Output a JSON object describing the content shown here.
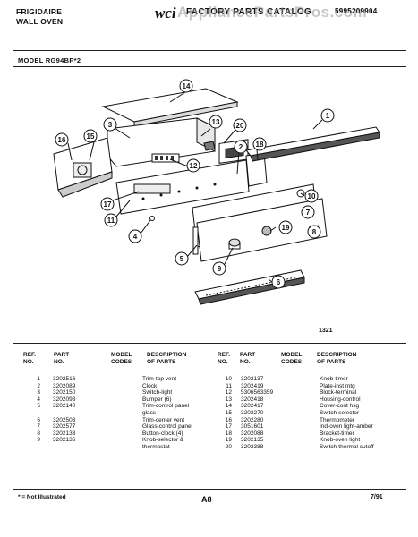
{
  "header": {
    "brand_line1": "FRIGIDAIRE",
    "brand_line2": "WALL OVEN",
    "title": "FACTORY PARTS CATALOG",
    "catalog_number": "5995209904",
    "watermark": "AppliancePartsPros.com"
  },
  "model_label": "MODEL RG94BP*2",
  "diagram_code": "1321",
  "callouts": [
    "1",
    "2",
    "3",
    "4",
    "5",
    "6",
    "7",
    "8",
    "9",
    "10",
    "11",
    "12",
    "13",
    "14",
    "15",
    "16",
    "17",
    "18",
    "19",
    "20"
  ],
  "columns": {
    "ref": "REF. NO.",
    "part": "PART NO.",
    "codes": "MODEL CODES",
    "desc": "DESCRIPTION OF PARTS"
  },
  "parts_left": [
    {
      "ref": "1",
      "part": "3202516",
      "codes": "",
      "desc": "Trim-top vent"
    },
    {
      "ref": "2",
      "part": "3202089",
      "codes": "",
      "desc": "Clock"
    },
    {
      "ref": "3",
      "part": "3202150",
      "codes": "",
      "desc": "Switch-light"
    },
    {
      "ref": "4",
      "part": "3202093",
      "codes": "",
      "desc": "Bumper (6)"
    },
    {
      "ref": "5",
      "part": "3202140",
      "codes": "",
      "desc": "Trim-control panel"
    },
    {
      "ref": "",
      "part": "",
      "codes": "",
      "desc": "glass"
    },
    {
      "ref": "6",
      "part": "3202503",
      "codes": "",
      "desc": "Trim-center vent"
    },
    {
      "ref": "7",
      "part": "3202577",
      "codes": "",
      "desc": "Glass-control panel"
    },
    {
      "ref": "8",
      "part": "3202133",
      "codes": "",
      "desc": "Button-clock (4)"
    },
    {
      "ref": "9",
      "part": "3202136",
      "codes": "",
      "desc": "Knob-selector &"
    },
    {
      "ref": "",
      "part": "",
      "codes": "",
      "desc": "thermostat"
    }
  ],
  "parts_right": [
    {
      "ref": "10",
      "part": "3202137",
      "codes": "",
      "desc": "Knob-timer"
    },
    {
      "ref": "11",
      "part": "3202419",
      "codes": "",
      "desc": "Plate-inst mtg"
    },
    {
      "ref": "12",
      "part": "5306563359",
      "codes": "",
      "desc": "Block-terminal"
    },
    {
      "ref": "13",
      "part": "3202418",
      "codes": "",
      "desc": "Housing-control"
    },
    {
      "ref": "14",
      "part": "3202417",
      "codes": "",
      "desc": "Cover-cont hsg"
    },
    {
      "ref": "15",
      "part": "3202270",
      "codes": "",
      "desc": "Switch-selector"
    },
    {
      "ref": "16",
      "part": "3202280",
      "codes": "",
      "desc": "Thermometer"
    },
    {
      "ref": "17",
      "part": "3051601",
      "codes": "",
      "desc": "Ind-oven light-amber"
    },
    {
      "ref": "18",
      "part": "3202088",
      "codes": "",
      "desc": "Bracket-timer"
    },
    {
      "ref": "19",
      "part": "3202135",
      "codes": "",
      "desc": "Knob-oven light"
    },
    {
      "ref": "20",
      "part": "3202388",
      "codes": "",
      "desc": "Switch-thermal cutoff"
    }
  ],
  "footer": {
    "note": "* = Not Illustrated",
    "page_code": "A8",
    "date": "7/91"
  }
}
